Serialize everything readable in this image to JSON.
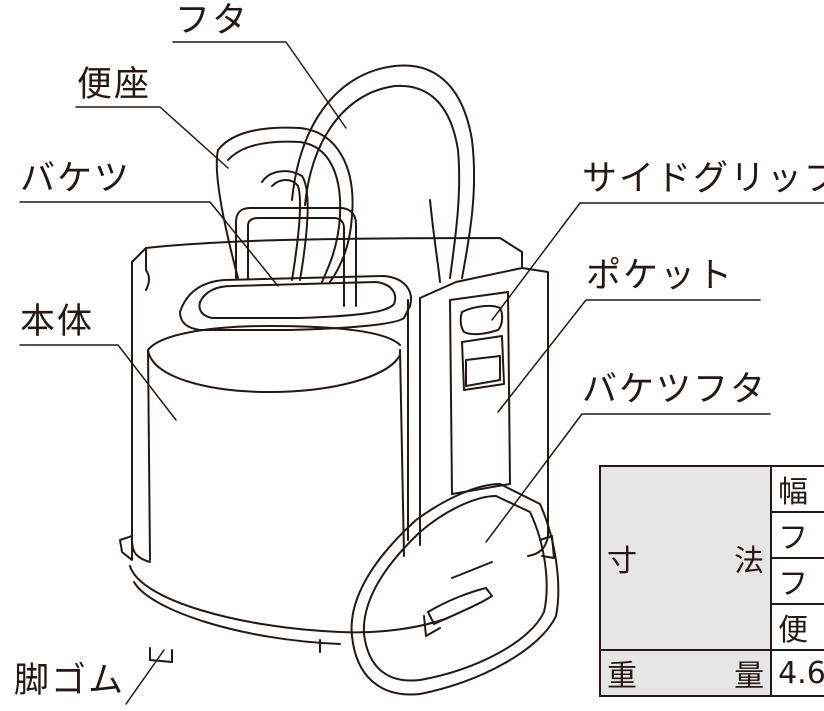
{
  "labels": {
    "lid": "フタ",
    "seat": "便座",
    "bucket": "バケツ",
    "body": "本体",
    "side_grip": "サイドグリップ",
    "pocket": "ポケット",
    "bucket_lid": "バケツフタ",
    "rubber_feet": "脚ゴム"
  },
  "spec_table": {
    "dimensions_label_part1": "寸",
    "dimensions_label_part2": "法",
    "weight_label_part1": "重",
    "weight_label_part2": "量",
    "dimension_rows": [
      "幅",
      "フ",
      "フ",
      "便"
    ],
    "weight_value": "4.6"
  },
  "colors": {
    "line": "#231815",
    "table_header_bg": "#e6e6e6",
    "background": "#ffffff"
  }
}
